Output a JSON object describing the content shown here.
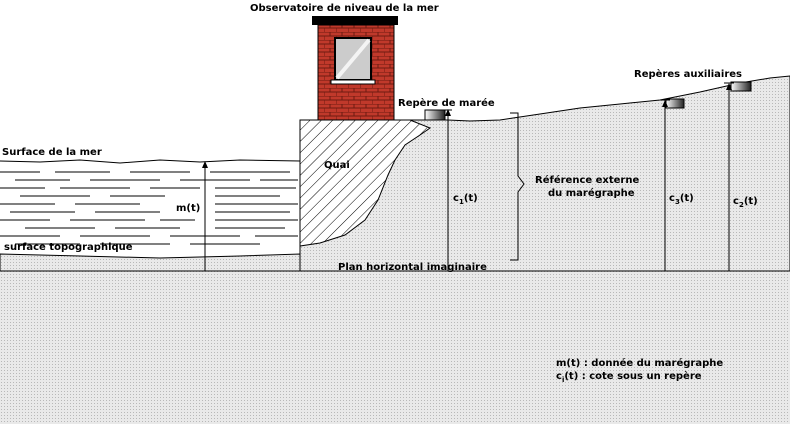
{
  "labels": {
    "title": "Observatoire de niveau de la mer",
    "aux_marks": "Repères auxiliaires",
    "tide_mark": "Repère de marée",
    "sea_surface": "Surface de la mer",
    "quay": "Quai",
    "external_ref_line1": "Référence externe",
    "external_ref_line2": "du marégraphe",
    "m_t": "m(t)",
    "topo_surface": "surface topographique",
    "horizontal_plane": "Plan horizontal imaginaire",
    "c1_prefix": "c",
    "c1_sub": "1",
    "c1_suffix": "(t)",
    "c3_prefix": "c",
    "c3_sub": "3",
    "c3_suffix": "(t)",
    "c2_prefix": "c",
    "c2_sub": "2",
    "c2_suffix": "(t)"
  },
  "legend": {
    "line1": "m(t) : donnée du marégraphe",
    "line2_prefix": "c",
    "line2_sub": "i",
    "line2_suffix": "(t)  : cote sous un repère"
  },
  "colors": {
    "brick": "#c0392b",
    "ground": "#e4e4e4",
    "window": "#cccccc"
  }
}
